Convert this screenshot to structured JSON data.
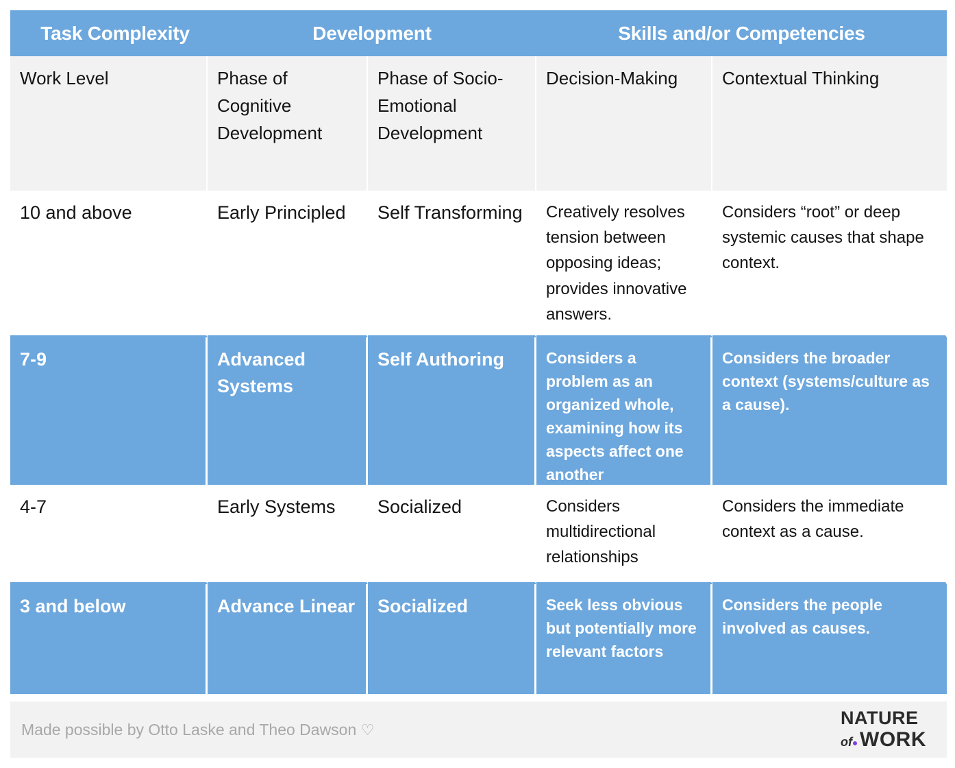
{
  "table": {
    "group_headers": [
      {
        "label": "Task Complexity"
      },
      {
        "label": "Development"
      },
      {
        "label": "Skills and/or Competencies"
      }
    ],
    "column_headers": [
      "Work Level",
      "Phase of Cognitive Development",
      "Phase of Socio-Emotional Development",
      "Decision-Making",
      "Contextual Thinking"
    ],
    "rows": [
      {
        "highlight": false,
        "work_level": "10 and above",
        "cognitive": "Early Principled",
        "socio_emotional": "Self Transforming",
        "decision_making": "Creatively resolves tension between opposing ideas; provides innovative answers.",
        "contextual_thinking": "Considers “root” or deep systemic causes that shape context."
      },
      {
        "highlight": true,
        "work_level": "7-9",
        "cognitive": "Advanced Systems",
        "socio_emotional": "Self Authoring",
        "decision_making": "Considers a problem as an organized whole, examining how its aspects affect one another",
        "contextual_thinking": "Considers the broader context (systems/culture as a cause)."
      },
      {
        "highlight": false,
        "work_level": "4-7",
        "cognitive": "Early Systems",
        "socio_emotional": "Socialized",
        "decision_making": "Considers multidirectional relationships",
        "contextual_thinking": "Considers the immediate context as a cause."
      },
      {
        "highlight": true,
        "work_level": "3 and below",
        "cognitive": "Advance Linear",
        "socio_emotional": "Socialized",
        "decision_making": "Seek less obvious but potentially more relevant factors",
        "contextual_thinking": "Considers the people involved as causes."
      }
    ]
  },
  "footer": {
    "credit": "Made possible by Otto Laske and Theo Dawson",
    "heart": "♡",
    "logo": {
      "top": "NATURE",
      "of": "of",
      "work": "WORK"
    }
  },
  "colors": {
    "accent_blue": "#6ca7dd",
    "header_text": "#ffffff",
    "subheader_bg": "#f2f2f2",
    "body_text": "#141414",
    "credit_text": "#a8a8a8",
    "logo_dot": "#7b3fe4"
  }
}
